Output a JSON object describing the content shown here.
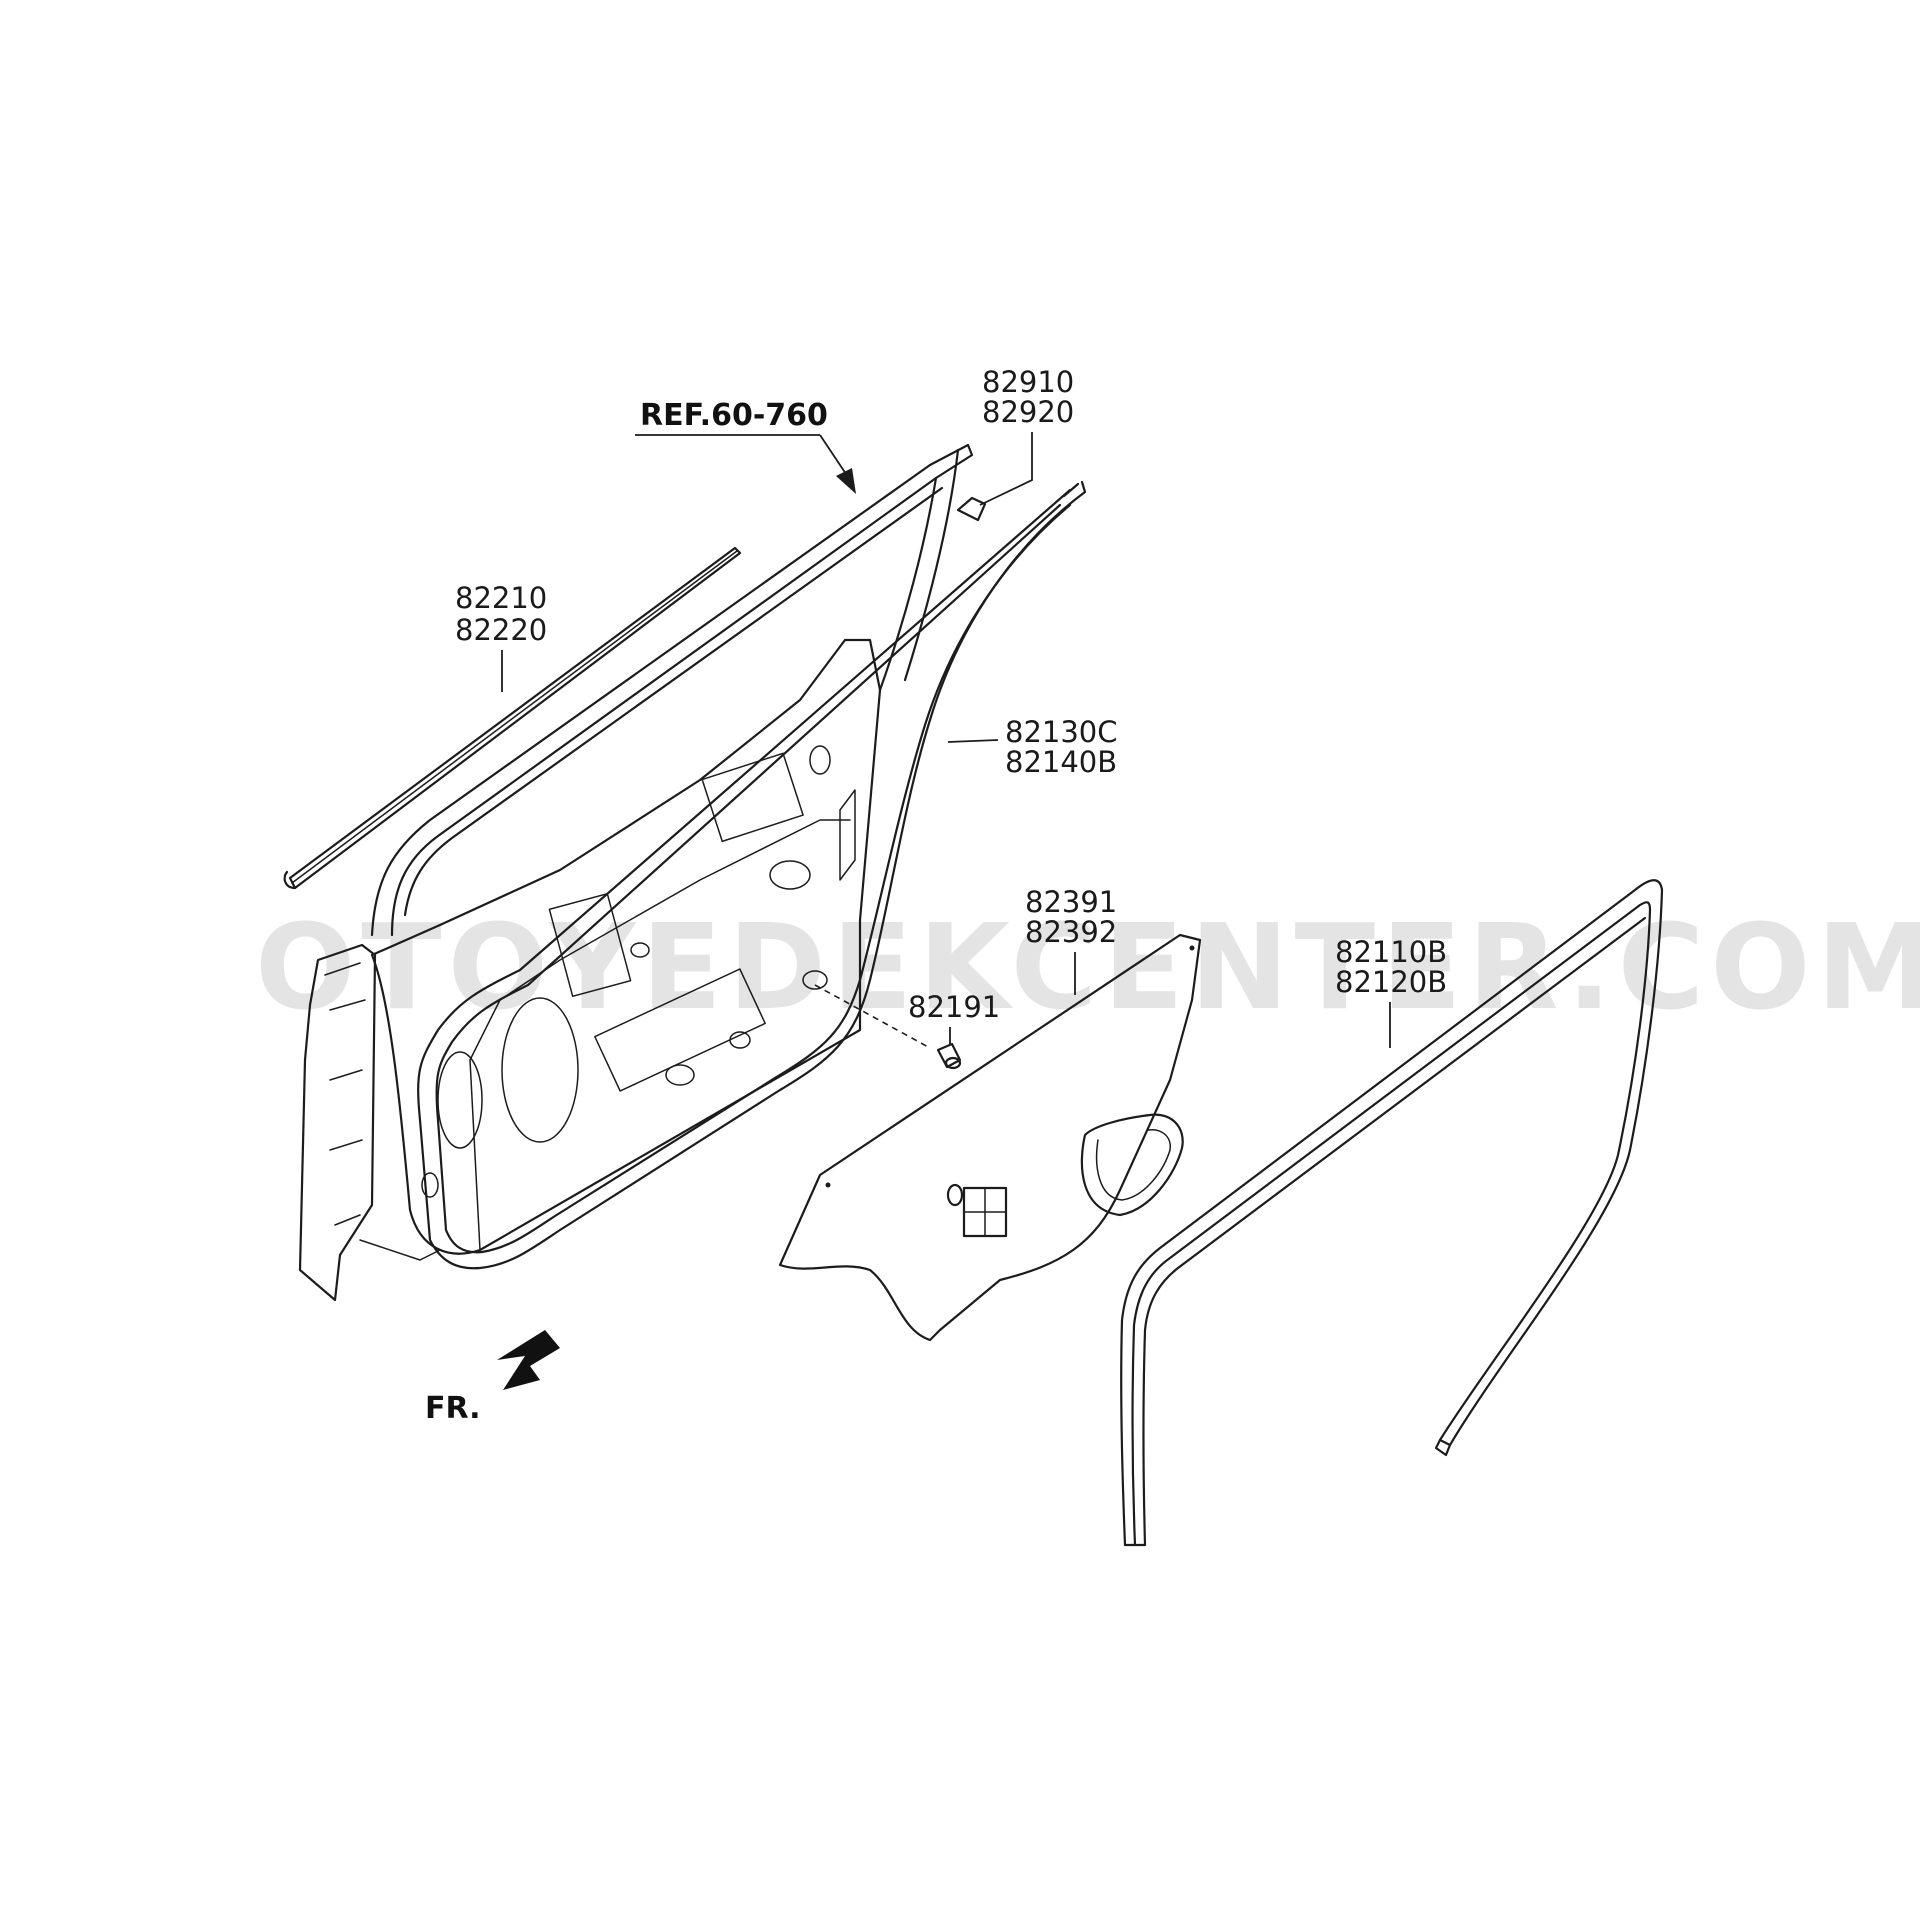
{
  "watermark": "OTOYEDEKCENTER.COM",
  "labels": {
    "ref": "REF.60-760",
    "p82910": "82910",
    "p82920": "82920",
    "p82210": "82210",
    "p82220": "82220",
    "p82130c": "82130C",
    "p82140b": "82140B",
    "p82391": "82391",
    "p82392": "82392",
    "p82191": "82191",
    "p82110b": "82110B",
    "p82120b": "82120B",
    "front": "FR."
  },
  "colors": {
    "line": "#1c1c1c",
    "watermark": "#e4e4e4",
    "background": "#ffffff"
  }
}
